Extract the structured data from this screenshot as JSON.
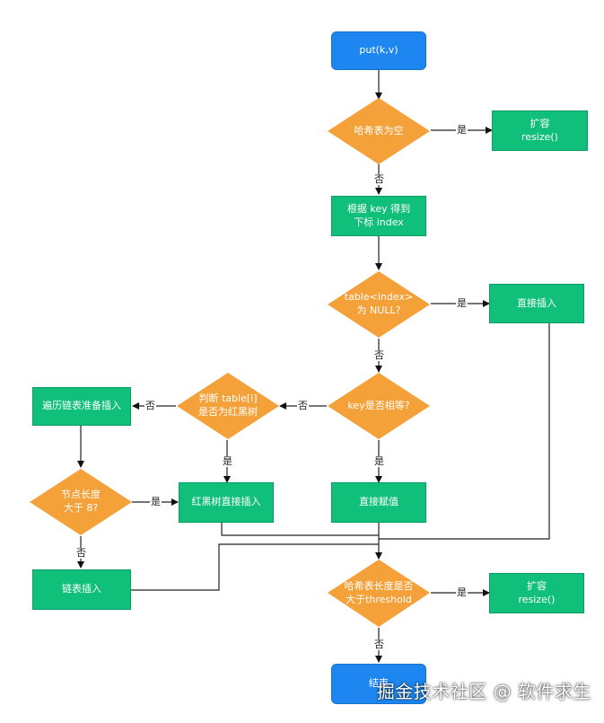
{
  "nodes": {
    "start": "put(k,v)",
    "hash_empty": "哈希表为空",
    "resize_1": "扩容\nresize()",
    "get_index": "根据 key 得到\n下标 index",
    "table_null": "table<index>\n为 NULL?",
    "direct_insert": "直接插入",
    "key_same": "key是否相等?",
    "direct_assign": "直接赋值",
    "is_rbtree": "判断 table[i]\n是否为红黑树",
    "rbtree_insert": "红黑树直接插入",
    "traverse_list": "遍历链表准备插入",
    "node_len": "节点长度\n大于 8?",
    "list_insert": "链表插入",
    "threshold": "哈希表长度是否\n大于threshold",
    "resize_2": "扩容\nresize()",
    "end": "结束"
  },
  "labels": {
    "yes": "是",
    "no": "否"
  },
  "watermark": "掘金技术社区 @ 软件求生",
  "colors": {
    "green": "#0fbf7a",
    "orange": "#f5a13a",
    "blue": "#1d86f0"
  }
}
